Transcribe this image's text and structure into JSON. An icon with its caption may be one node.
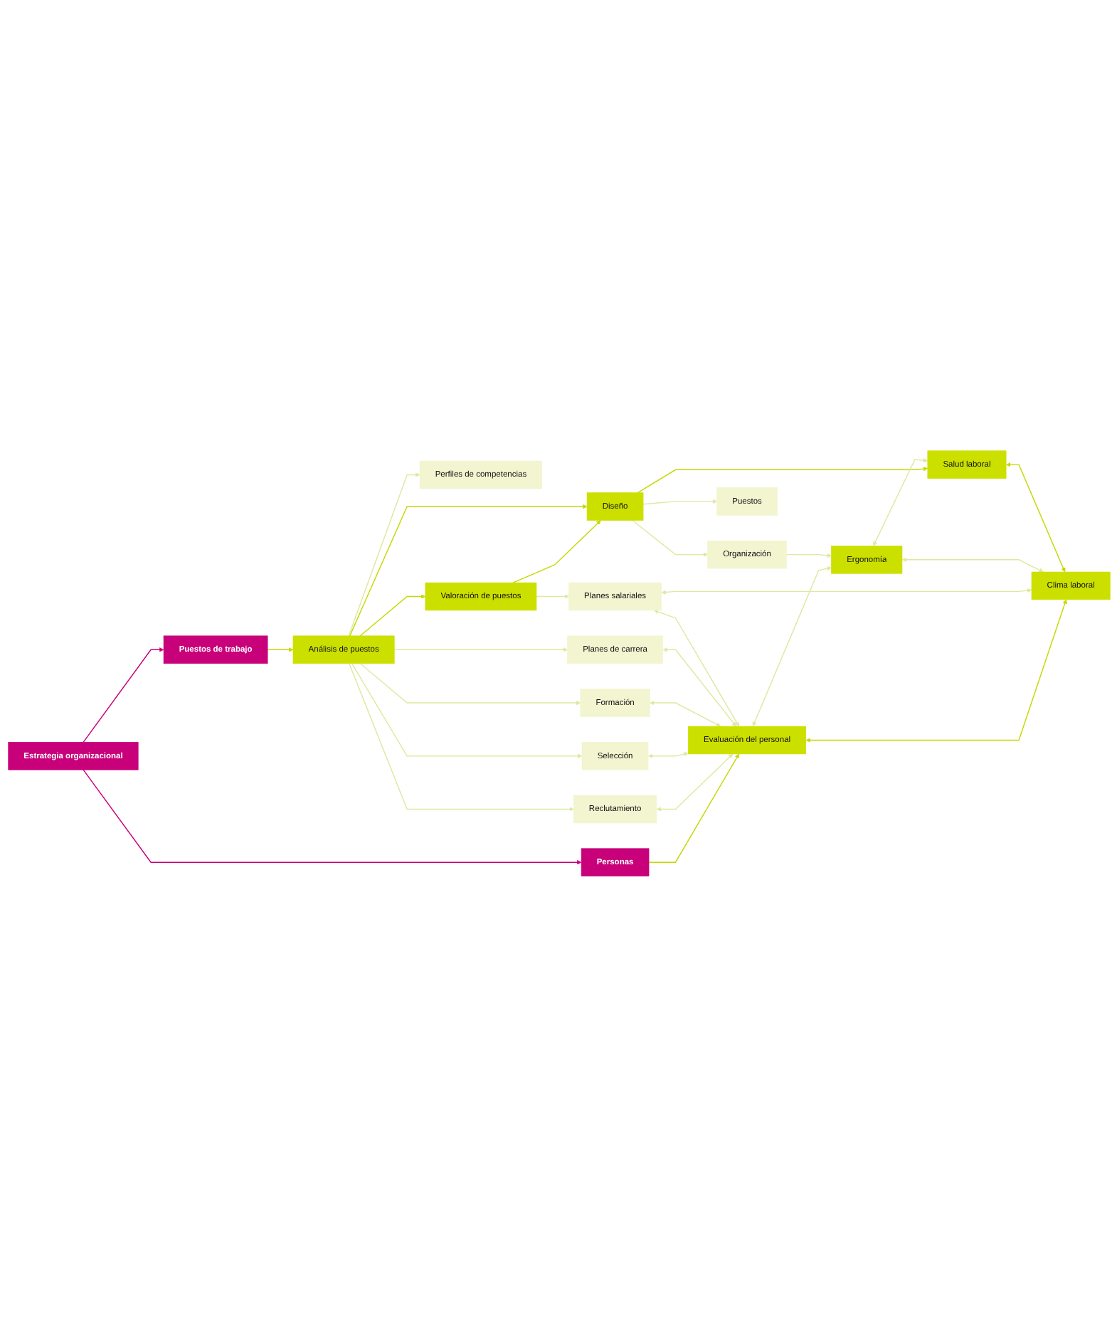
{
  "diagram": {
    "nodes": [
      {
        "text": [
          "Estrategia organizacional"
        ]
      },
      {
        "text": [
          "Personas"
        ]
      },
      {
        "text": [
          "Puestos de trabajo"
        ]
      },
      {
        "text": [
          "Perfiles de competencias"
        ]
      },
      {
        "text": [
          "Reclutamiento"
        ]
      },
      {
        "text": [
          "Análisis de puestos"
        ]
      },
      {
        "text": [
          "Selección"
        ]
      },
      {
        "text": [
          "Formación"
        ]
      },
      {
        "text": [
          "Evaluación del personal"
        ]
      },
      {
        "text": [
          "Planes de carrera"
        ]
      },
      {
        "text": [
          "Valoración de puestos"
        ]
      },
      {
        "text": [
          "Planes salariales"
        ]
      },
      {
        "text": [
          "Diseño"
        ]
      },
      {
        "text": [
          "Puestos"
        ]
      },
      {
        "text": [
          "Ergonomía"
        ]
      },
      {
        "text": [
          "Organización"
        ]
      },
      {
        "text": [
          "Salud laboral"
        ]
      },
      {
        "text": [
          "Clima laboral"
        ]
      }
    ],
    "edges": [
      {
        "from": 0,
        "to": 1,
        "arrow": "to",
        "color": "#c8007a"
      },
      {
        "from": 0,
        "to": 2,
        "arrow": "to",
        "color": "#c8007a"
      },
      {
        "from": 2,
        "to": 5,
        "arrow": "to",
        "color": "#c5d800"
      },
      {
        "from": 5,
        "to": 10,
        "arrow": "to",
        "color": "#c5d800"
      },
      {
        "from": 10,
        "to": 12,
        "arrow": "to",
        "color": "#c5d800"
      },
      {
        "from": 12,
        "to": 16,
        "arrow": "to",
        "color": "#c5d800"
      },
      {
        "from": 5,
        "to": 12,
        "arrow": "to",
        "color": "#c5d800"
      },
      {
        "from": 1,
        "to": 8,
        "arrow": "to",
        "color": "#c5d800"
      },
      {
        "from": 5,
        "to": 3,
        "arrow": "to"
      },
      {
        "from": 5,
        "to": 4,
        "arrow": "to"
      },
      {
        "from": 5,
        "to": 6,
        "arrow": "to"
      },
      {
        "from": 5,
        "to": 7,
        "arrow": "to"
      },
      {
        "from": 5,
        "to": 9,
        "arrow": "to"
      },
      {
        "from": 10,
        "to": 11,
        "arrow": "to"
      },
      {
        "from": 12,
        "to": 13,
        "arrow": "to"
      },
      {
        "from": 12,
        "to": 15,
        "arrow": "to"
      },
      {
        "from": 4,
        "to": 8,
        "arrow": "both"
      },
      {
        "from": 6,
        "to": 8,
        "arrow": "both"
      },
      {
        "from": 7,
        "to": 8,
        "arrow": "both"
      },
      {
        "from": 9,
        "to": 8,
        "arrow": "both"
      },
      {
        "from": 11,
        "to": 8,
        "arrow": "both"
      },
      {
        "from": 8,
        "to": 14,
        "arrow": "both"
      },
      {
        "from": 8,
        "to": 17,
        "arrow": "both",
        "color": "#c5d800"
      },
      {
        "from": 15,
        "to": 14,
        "arrow": "to"
      },
      {
        "from": 14,
        "to": 16,
        "arrow": "both"
      },
      {
        "from": 11,
        "to": 17,
        "arrow": "both"
      },
      {
        "from": 14,
        "to": 17,
        "arrow": "both"
      },
      {
        "from": 16,
        "to": 17,
        "arrow": "both",
        "color": "#c5d800"
      }
    ]
  }
}
